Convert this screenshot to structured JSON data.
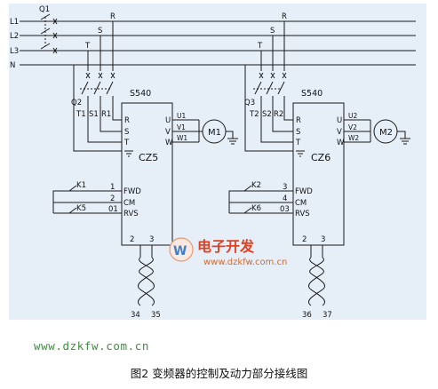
{
  "bus": {
    "lines": [
      "L1",
      "L2",
      "L3",
      "N"
    ],
    "main_breaker": "Q1"
  },
  "drives": [
    {
      "model": "S540",
      "name": "CZ5",
      "breaker": "Q2",
      "feeders": [
        "T",
        "S",
        "R"
      ],
      "input_terminals": [
        "R",
        "S",
        "T"
      ],
      "input_wire_labels": [
        "T1",
        "S1",
        "R1"
      ],
      "output_terminals": [
        "U",
        "V",
        "W"
      ],
      "output_wire_labels": [
        "U1",
        "V1",
        "W1"
      ],
      "motor": "M1",
      "control_terminals": [
        "FWD",
        "CM",
        "RVS"
      ],
      "control_numbers": [
        "1",
        "2",
        "01"
      ],
      "switches": [
        "K1",
        "K5"
      ],
      "analog_terminals": [
        "2",
        "3"
      ],
      "cable_ends": [
        "34",
        "35"
      ]
    },
    {
      "model": "S540",
      "name": "CZ6",
      "breaker": "Q3",
      "feeders": [
        "T",
        "S",
        "R"
      ],
      "input_terminals": [
        "R",
        "S",
        "T"
      ],
      "input_wire_labels": [
        "T2",
        "S2",
        "R2"
      ],
      "output_terminals": [
        "U",
        "V",
        "W"
      ],
      "output_wire_labels": [
        "U2",
        "V2",
        "W2"
      ],
      "motor": "M2",
      "control_terminals": [
        "FWD",
        "CM",
        "RVS"
      ],
      "control_numbers": [
        "3",
        "4",
        "03"
      ],
      "switches": [
        "K2",
        "K6"
      ],
      "analog_terminals": [
        "2",
        "3"
      ],
      "cable_ends": [
        "36",
        "37"
      ]
    }
  ],
  "top_feeders": [
    "R",
    "S",
    "T"
  ],
  "watermark": {
    "brand": "电子开发",
    "url": "www.dzkfw.com.cn"
  },
  "site_url": "www.dzkfw.com.cn",
  "caption": "图2 变频器的控制及动力部分接线图",
  "colors": {
    "panel": "#e6eef8",
    "wire": "#1a1a1a",
    "watermark": "#e04020",
    "url": "#3f8f3f"
  }
}
